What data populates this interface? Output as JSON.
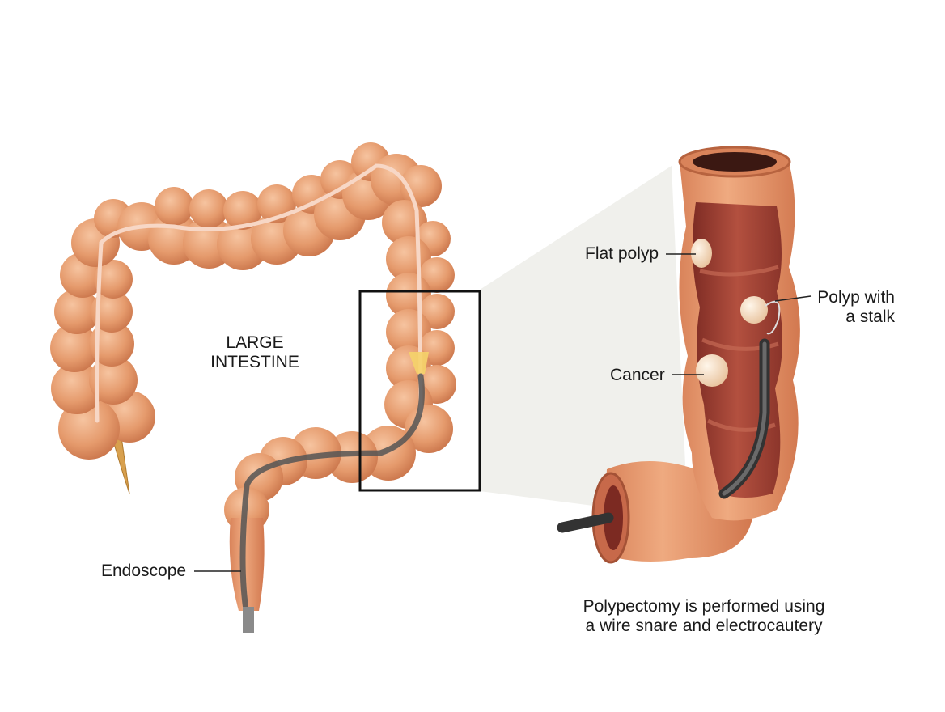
{
  "labels": {
    "large_intestine": [
      "LARGE",
      "INTESTINE"
    ],
    "endoscope": "Endoscope",
    "flat_polyp": "Flat polyp",
    "polyp_stalk": [
      "Polyp with",
      "a stalk"
    ],
    "cancer": "Cancer",
    "caption": [
      "Polypectomy is performed using",
      "a wire snare and electrocautery"
    ]
  },
  "colors": {
    "colon": "#e59a6c",
    "colon_dark": "#c9744a",
    "colon_light": "#f3c4a4",
    "interior": "#a7473a",
    "polyp": "#f5dcc2",
    "endoscope": "#555555",
    "zoom_fill": "#eeeeea",
    "frame": "#111111"
  }
}
